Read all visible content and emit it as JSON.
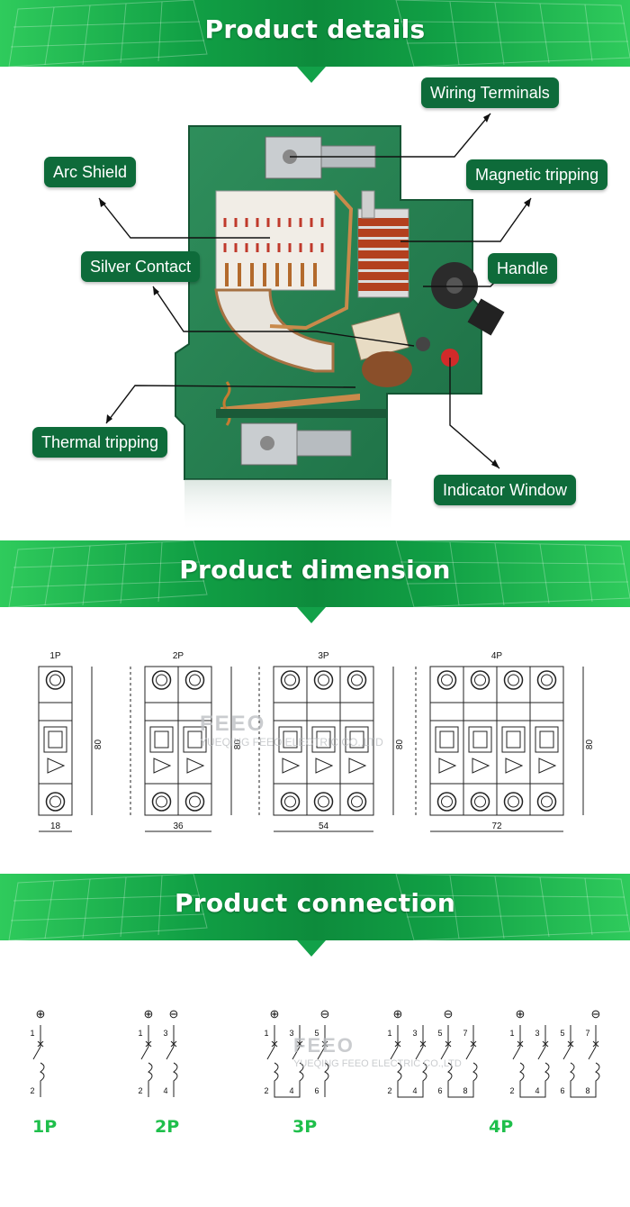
{
  "sections": {
    "details_title": "Product details",
    "dimension_title": "Product dimension",
    "connection_title": "Product connection"
  },
  "callouts": {
    "wiring_terminals": "Wiring Terminals",
    "arc_shield": "Arc Shield",
    "magnetic_tripping": "Magnetic tripping",
    "handle": "Handle",
    "silver_contact": "Silver Contact",
    "thermal_tripping": "Thermal tripping",
    "indicator_window": "Indicator Window"
  },
  "dimension": {
    "modules": [
      {
        "label": "1P",
        "width": "18",
        "height": "80"
      },
      {
        "label": "2P",
        "width": "36",
        "height": "80"
      },
      {
        "label": "3P",
        "width": "54",
        "height": "80"
      },
      {
        "label": "4P",
        "width": "72",
        "height": "80"
      }
    ],
    "watermark_logo": "FEEO",
    "watermark_company": "YUEQING FEEO ELECTRIC CO.,LTD"
  },
  "connection": {
    "poles": [
      "1P",
      "2P",
      "3P",
      "4P"
    ],
    "terminals": {
      "p1": [
        "1",
        "2"
      ],
      "p2": [
        "1",
        "3",
        "2",
        "4"
      ],
      "p3": [
        "1",
        "3",
        "5",
        "2",
        "4",
        "6"
      ],
      "p4": [
        "1",
        "3",
        "5",
        "7",
        "2",
        "4",
        "6",
        "8"
      ]
    },
    "plus_symbol": "⊕",
    "minus_symbol": "⊖",
    "watermark_logo": "FEEO",
    "watermark_company": "YUEQING FEEO ELECTRIC CO.,LTD"
  },
  "colors": {
    "banner_green": "#11a045",
    "label_bg": "#0e6b3a",
    "pole_green": "#1fbf4b"
  }
}
